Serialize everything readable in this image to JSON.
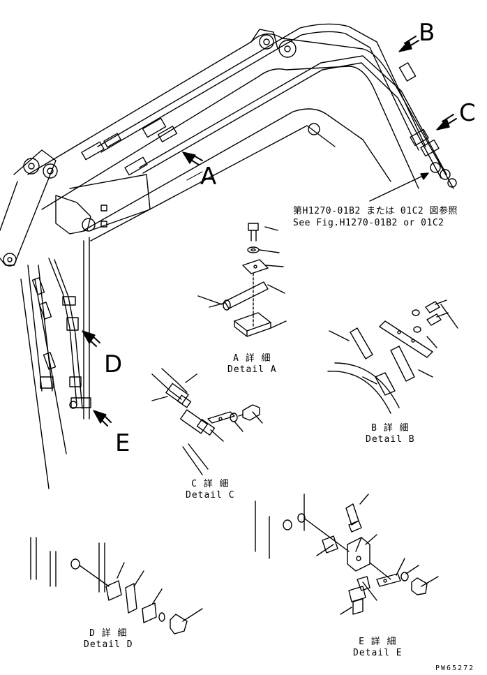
{
  "views": {
    "a": "A",
    "b": "B",
    "c": "C",
    "d": "D",
    "e": "E"
  },
  "reference": {
    "jp": "第H1270-01B2 または 01C2 図参照",
    "en": "See Fig.H1270-01B2 or 01C2"
  },
  "details": {
    "a": {
      "jp": "A 詳 細",
      "en": "Detail A"
    },
    "b": {
      "jp": "B 詳 細",
      "en": "Detail B"
    },
    "c": {
      "jp": "C 詳 細",
      "en": "Detail C"
    },
    "d": {
      "jp": "D 詳 細",
      "en": "Detail D"
    },
    "e": {
      "jp": "E 詳 細",
      "en": "Detail E"
    }
  },
  "drawing_code": "PW65272",
  "colors": {
    "ink": "#000000",
    "paper": "#ffffff"
  }
}
